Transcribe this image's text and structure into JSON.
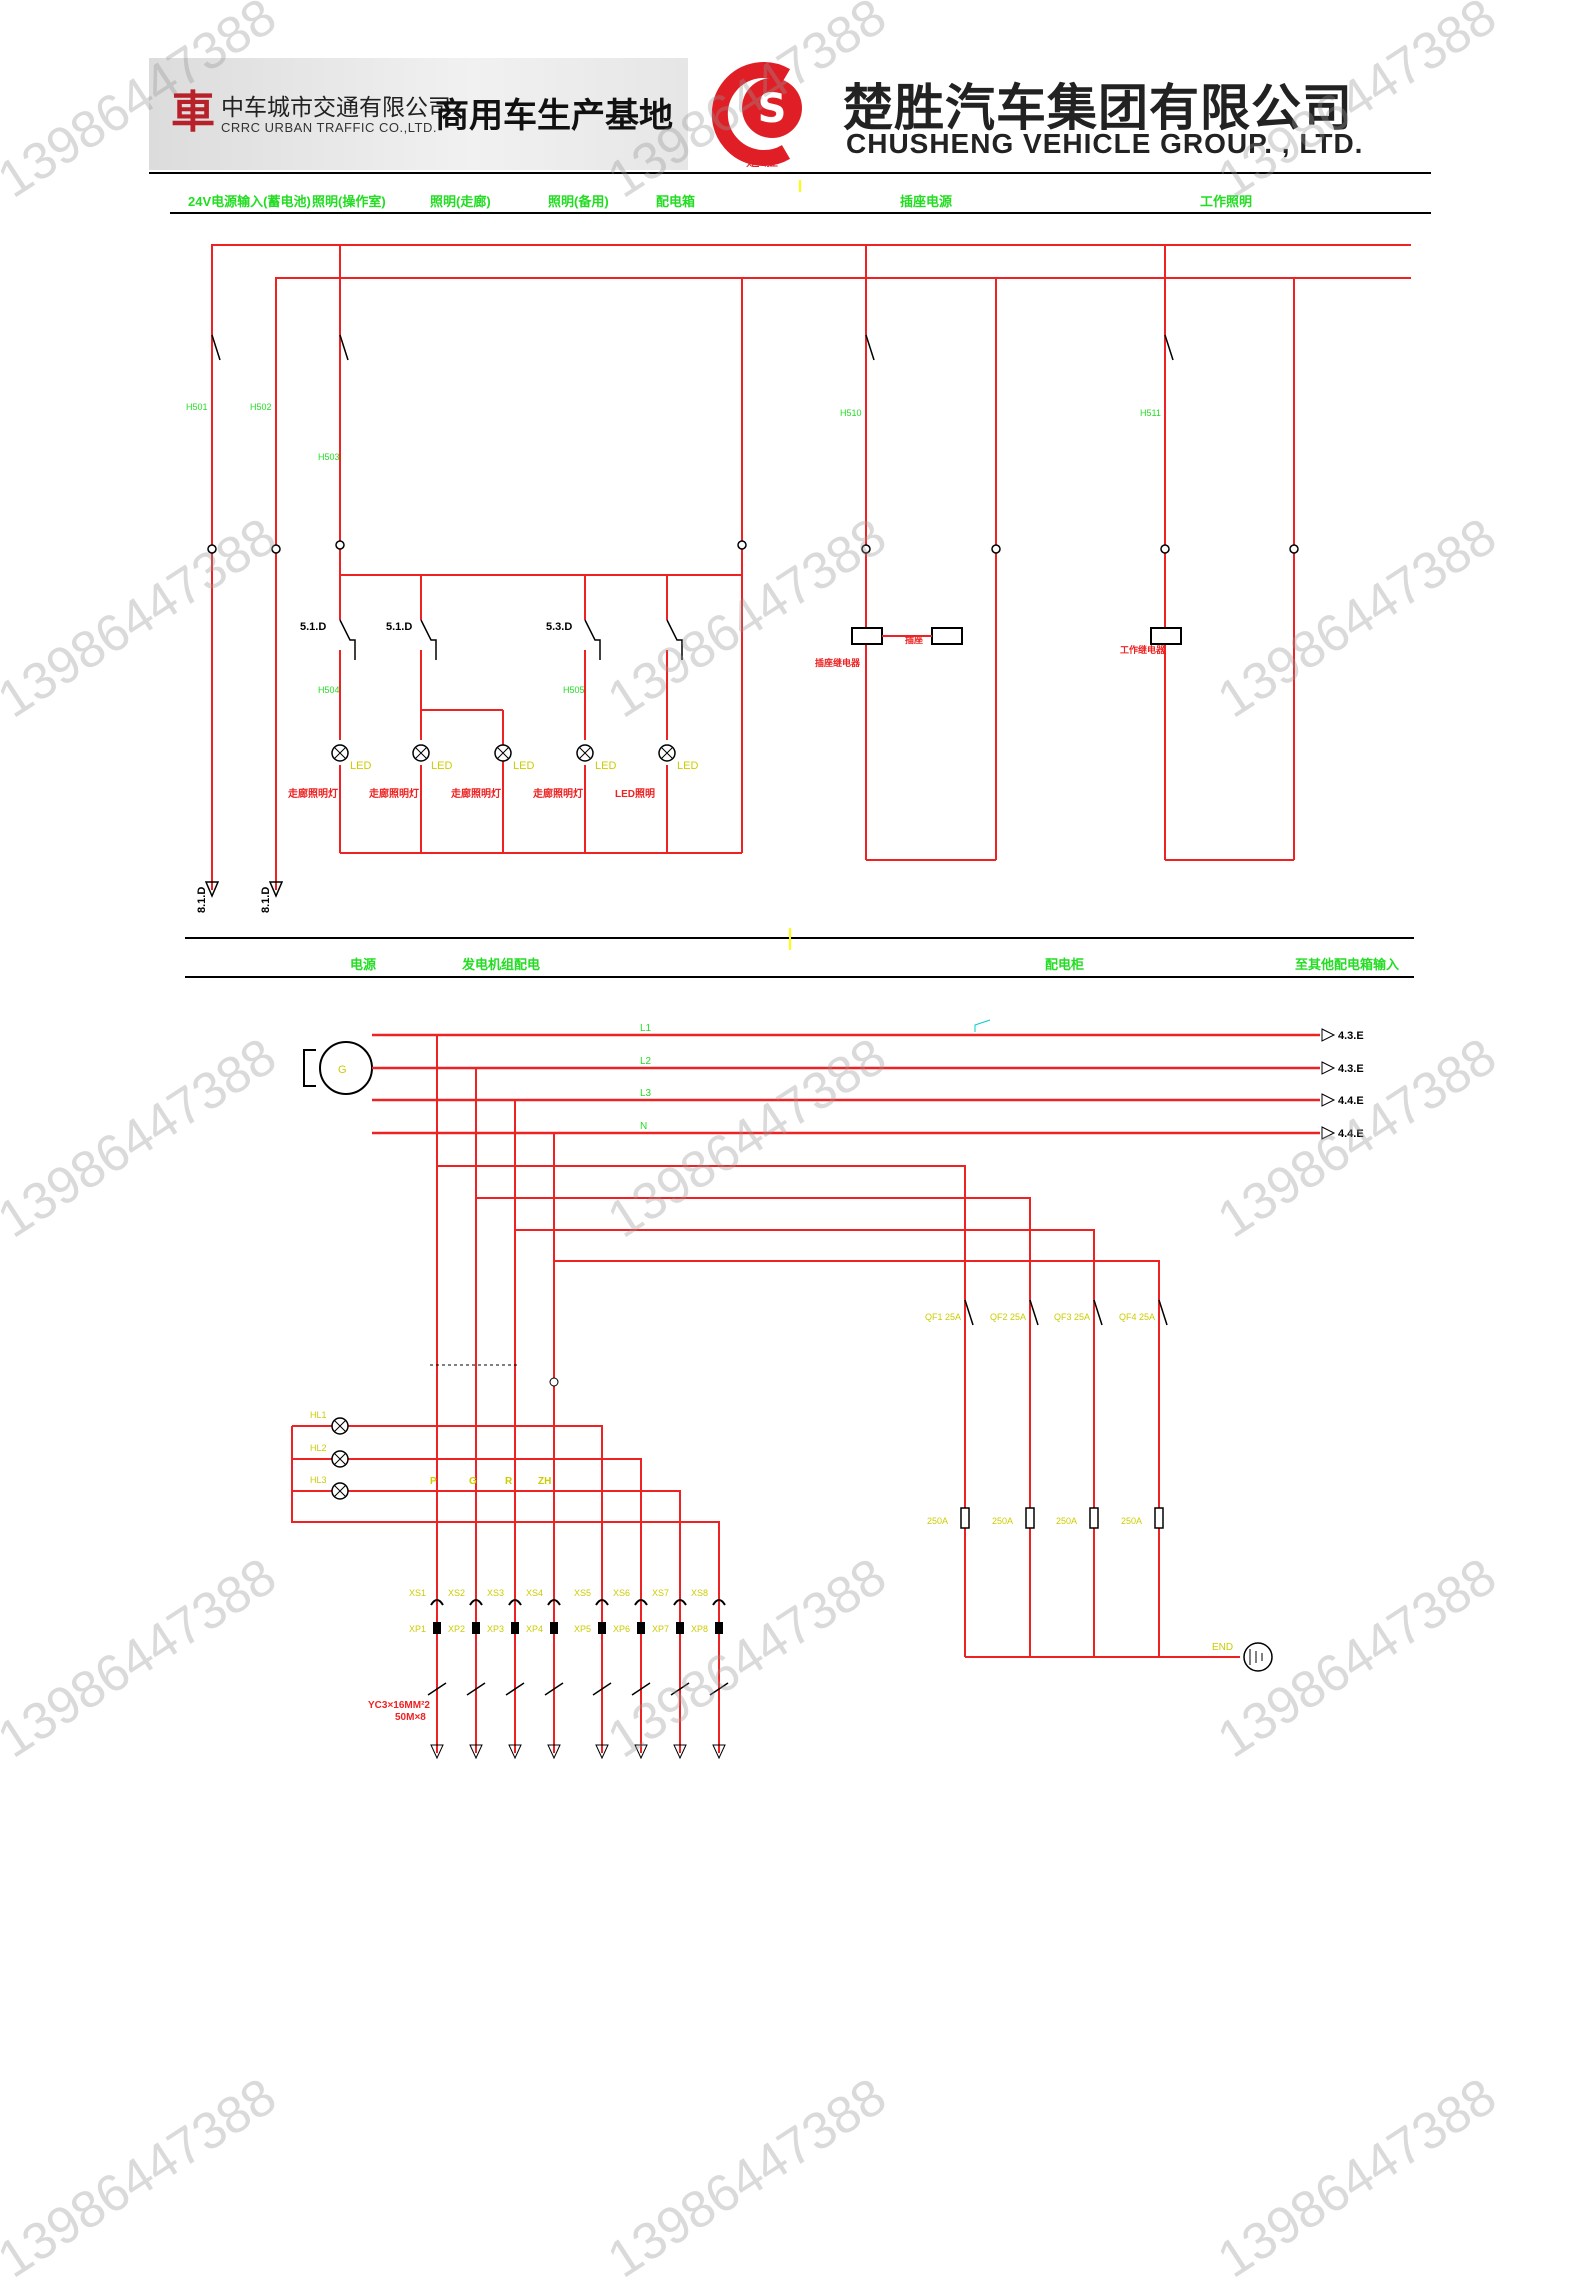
{
  "header": {
    "crrc_cn": "中车城市交通有限公司",
    "crrc_en": "CRRC URBAN TRAFFIC CO.,LTD.",
    "base": "商用车生产基地",
    "chusheng_cn": "楚胜汽车集团有限公司",
    "chusheng_en": "CHUSHENG VEHICLE  GROUP. , LTD.",
    "logo_sub": "楚 胜"
  },
  "section1": {
    "titles": [
      "24V电源输入(蓄电池)",
      "照明(操作室)",
      "照明(走廊)",
      "照明(备用)",
      "配电箱",
      "插座电源",
      "工作照明"
    ],
    "switch_labels": [
      "5.1.D",
      "5.1.D",
      "5.3.D"
    ],
    "lamp_type": "LED",
    "lamp_names": [
      "走廊照明灯",
      "走廊照明灯",
      "走廊照明灯",
      "走廊照明灯",
      "LED照明"
    ],
    "wire_tags": [
      "H501",
      "H502",
      "H503",
      "H504",
      "H505",
      "H510",
      "H511"
    ],
    "outputs": [
      "8.1.D",
      "8.1.D"
    ],
    "coil_labels": [
      "插座继电器",
      "插座",
      "工作继电器"
    ]
  },
  "section2": {
    "titles": [
      "电源",
      "发电机组配电",
      "配电柜",
      "至其他配电箱输入"
    ],
    "phases": [
      "L1",
      "L2",
      "L3",
      "N"
    ],
    "phase_outputs": [
      "4.3.E",
      "4.3.E",
      "4.4.E",
      "4.4.E"
    ],
    "lamp_labels": [
      "HL1",
      "HL2",
      "HL3"
    ],
    "phase_letters": [
      "P",
      "G",
      "R",
      "ZH"
    ],
    "breakers": [
      "QF1 25A",
      "QF2 25A",
      "QF3 25A",
      "QF4 25A"
    ],
    "fuses": [
      "250A",
      "250A",
      "250A",
      "250A"
    ],
    "sockets_xs": [
      "XS1",
      "XS2",
      "XS3",
      "XS4",
      "XS5",
      "XS6",
      "XS7",
      "XS8"
    ],
    "plugs_xp": [
      "XP1",
      "XP2",
      "XP3",
      "XP4",
      "XP5",
      "XP6",
      "XP7",
      "XP8"
    ],
    "cable": "YC3×16MM²2",
    "cable_len": "50M×8",
    "earth": "END"
  },
  "watermark": "13986447388"
}
